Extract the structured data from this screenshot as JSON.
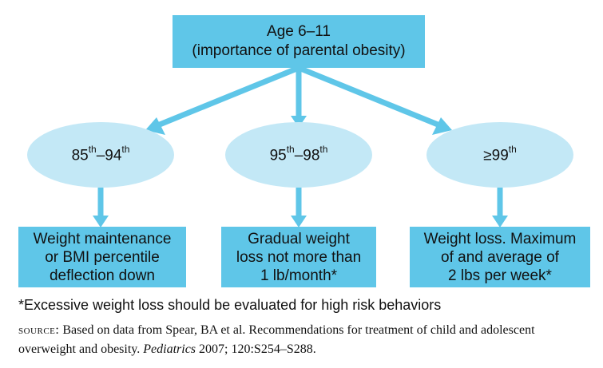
{
  "top": {
    "line1": "Age 6–11",
    "line2": "(importance of parental obesity)"
  },
  "ellipses": [
    {
      "pre": "85",
      "sup1": "th",
      "mid": "–94",
      "sup2": "th"
    },
    {
      "pre": "95",
      "sup1": "th",
      "mid": "–98",
      "sup2": "th"
    },
    {
      "pre": "≥99",
      "sup1": "th",
      "mid": "",
      "sup2": ""
    }
  ],
  "outcomes": [
    {
      "lines": [
        "Weight maintenance",
        "or BMI percentile",
        "deflection down"
      ]
    },
    {
      "lines": [
        "Gradual weight",
        "loss not more than",
        "1 lb/month*"
      ]
    },
    {
      "lines": [
        "Weight loss. Maximum",
        "of and average of",
        "2 lbs per week*"
      ]
    }
  ],
  "footnote": "*Excessive weight loss should be evaluated for high risk behaviors",
  "source": {
    "label": "source:",
    "text_before": " Based on data from Spear, BA et al. Recommendations for treatment of child and adolescent overweight and obesity. ",
    "journal": "Pediatrics",
    "text_after": " 2007; 120:S254–S288."
  },
  "colors": {
    "box": "#5fc6e8",
    "ellipse": "#c3e8f6",
    "arrow": "#5fc6e8"
  }
}
